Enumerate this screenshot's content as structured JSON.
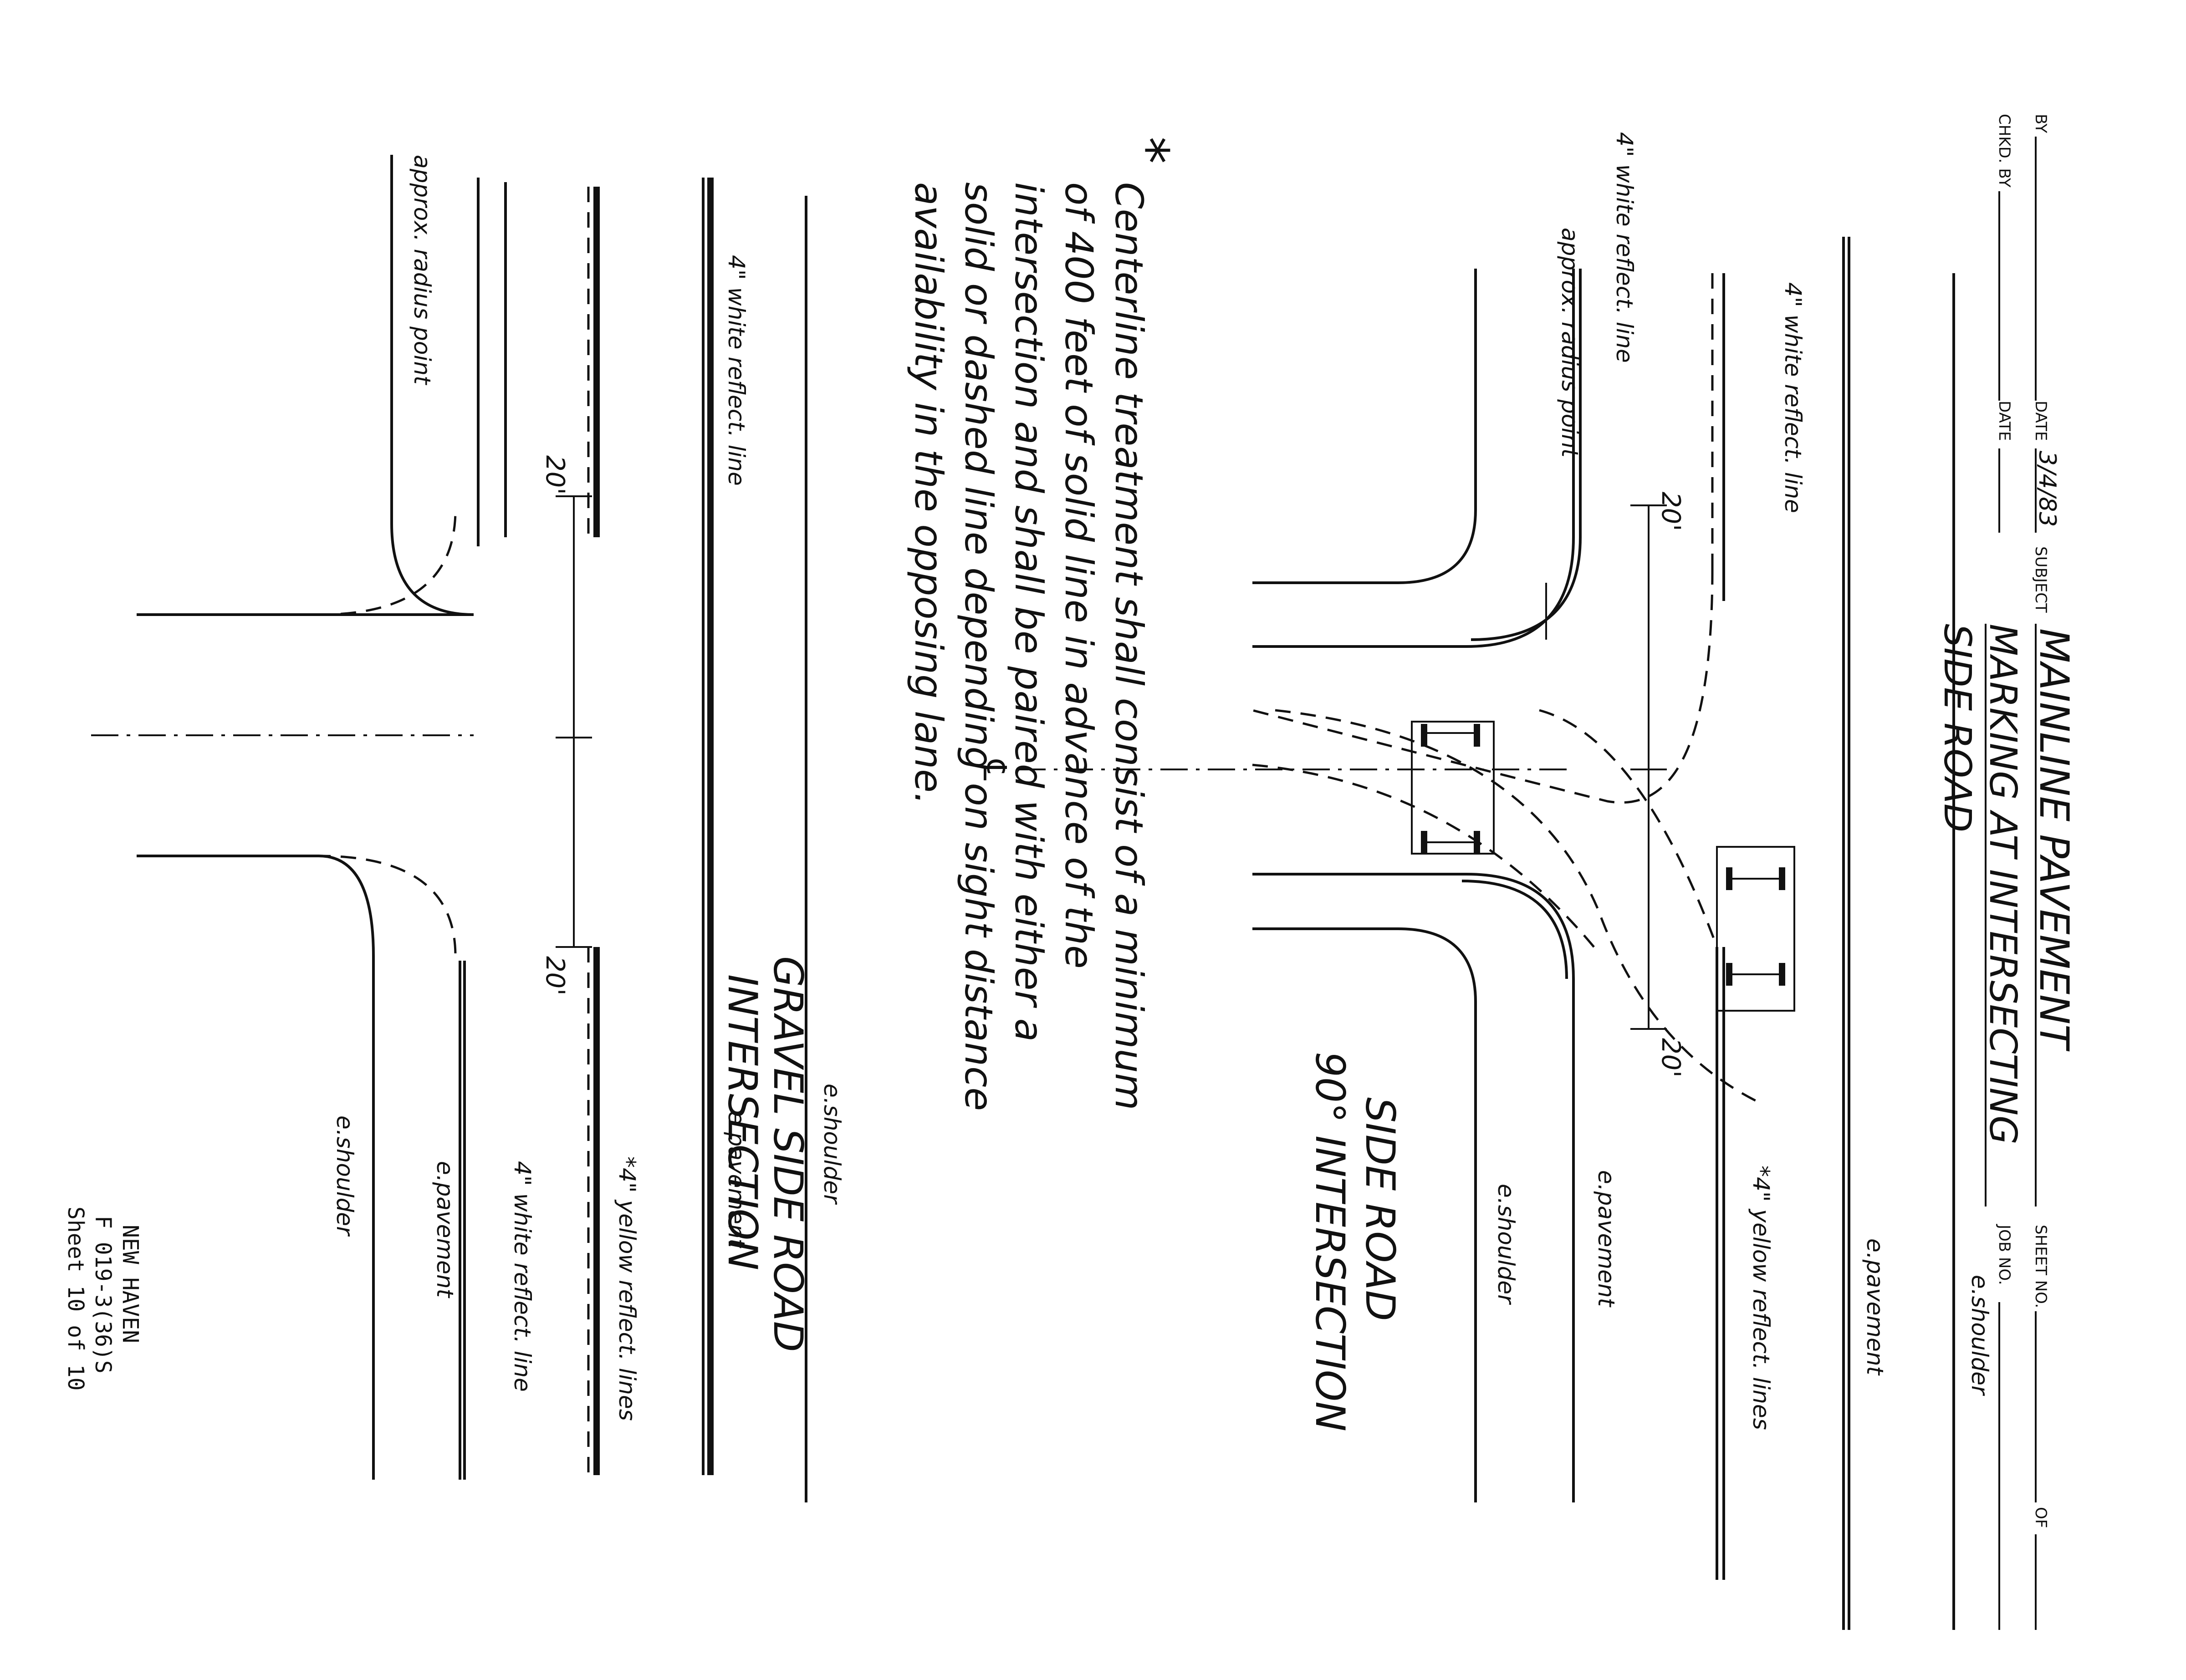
{
  "title_block": {
    "by_label": "BY",
    "date_label": "DATE",
    "date_value": "3/4/83",
    "chkd_label": "CHKD. BY",
    "date2_label": "DATE",
    "subject_label": "SUBJECT",
    "subject_line1": "MAINLINE PAVEMENT",
    "subject_line2": "MARKING AT INTERSECTING",
    "subject_line3": "SIDE ROAD",
    "sheet_no_label": "SHEET NO.",
    "of_label": "OF",
    "job_no_label": "JOB NO."
  },
  "top_diagram": {
    "title_line1": "SIDE ROAD",
    "title_line2": "90° INTERSECTION",
    "labels": {
      "shoulder_top": "e.shoulder",
      "pavement_top": "e.pavement",
      "yellow_lines": "*4\" yellow reflect. lines",
      "white_line_upper": "4\" white reflect. line",
      "white_line_left": "4\" white reflect. line",
      "radius_point": "approx. radius point",
      "pavement_bottom": "e.pavement",
      "shoulder_bottom": "e.shoulder",
      "dim_left": "20'",
      "dim_right": "20'"
    }
  },
  "note": {
    "asterisk": "*",
    "line1": "Centerline treatment shall consist of a minimum",
    "line2": "of 400 feet of solid line in advance of the",
    "line3": "intersection and shall be paired with either a",
    "line4": "solid or dashed line depending on sight distance",
    "line5": "availability in the opposing lane."
  },
  "bottom_diagram": {
    "title_line1": "GRAVEL SIDE ROAD",
    "title_line2": "INTERSECTION",
    "labels": {
      "shoulder_top": "e.shoulder",
      "pavement_top": "e.pavement",
      "white_line_upper": "4\" white reflect. line",
      "yellow_lines": "*4\" yellow reflect. lines",
      "white_line_lower": "4\" white reflect. line",
      "pavement_bottom": "e.pavement",
      "shoulder_bottom": "e.shoulder",
      "radius_point": "approx. radius point",
      "dim_left": "20'",
      "dim_right": "20'"
    }
  },
  "footer": {
    "line1": "NEW HAVEN",
    "line2": "F 019-3(36)S",
    "line3": "Sheet 10 of 10"
  }
}
